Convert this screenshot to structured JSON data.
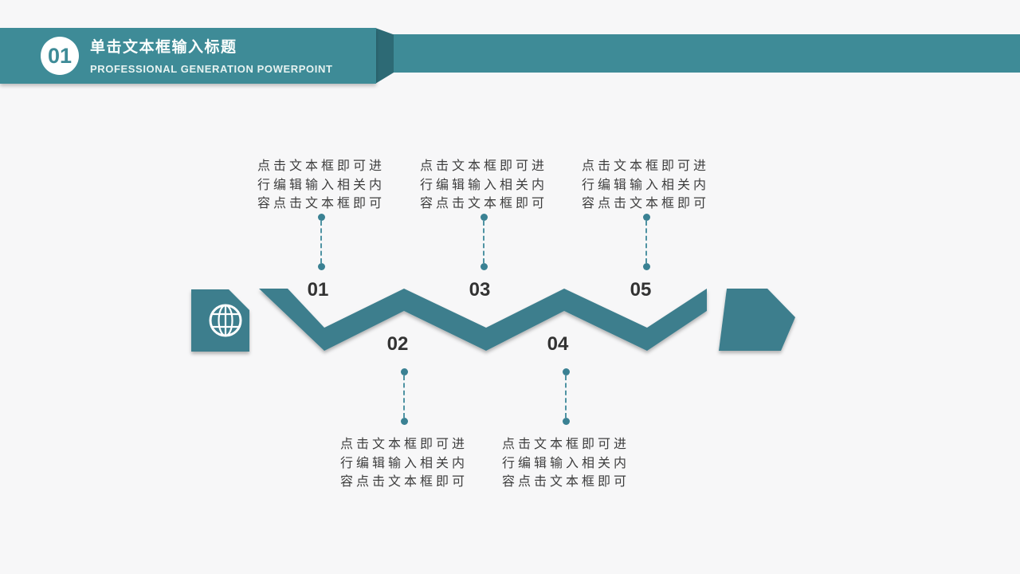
{
  "header": {
    "badge_number": "01",
    "title": "单击文本框输入标题",
    "subtitle": "PROFESSIONAL GENERATION POWERPOINT"
  },
  "colors": {
    "header_teal": "#3e8b97",
    "fold_dark_teal": "#2d6a75",
    "shape_teal": "#3e7e8d",
    "connector_teal": "#3a8193",
    "number_text": "#333333",
    "body_text": "#3e3e3e",
    "background": "#f7f7f8",
    "badge_background": "#ffffff"
  },
  "diagram": {
    "steps": [
      {
        "number": "01",
        "placement": "top",
        "lines": [
          "点击文本框即可进",
          "行编辑输入相关内",
          "容点击文本框即可"
        ]
      },
      {
        "number": "02",
        "placement": "bottom",
        "lines": [
          "点击文本框即可进",
          "行编辑输入相关内",
          "容点击文本框即可"
        ]
      },
      {
        "number": "03",
        "placement": "top",
        "lines": [
          "点击文本框即可进",
          "行编辑输入相关内",
          "容点击文本框即可"
        ]
      },
      {
        "number": "04",
        "placement": "bottom",
        "lines": [
          "点击文本框即可进",
          "行编辑输入相关内",
          "容点击文本框即可"
        ]
      },
      {
        "number": "05",
        "placement": "top",
        "lines": [
          "点击文本框即可进",
          "行编辑输入相关内",
          "容点击文本框即可"
        ]
      }
    ],
    "icons": [
      "globe-icon"
    ]
  }
}
